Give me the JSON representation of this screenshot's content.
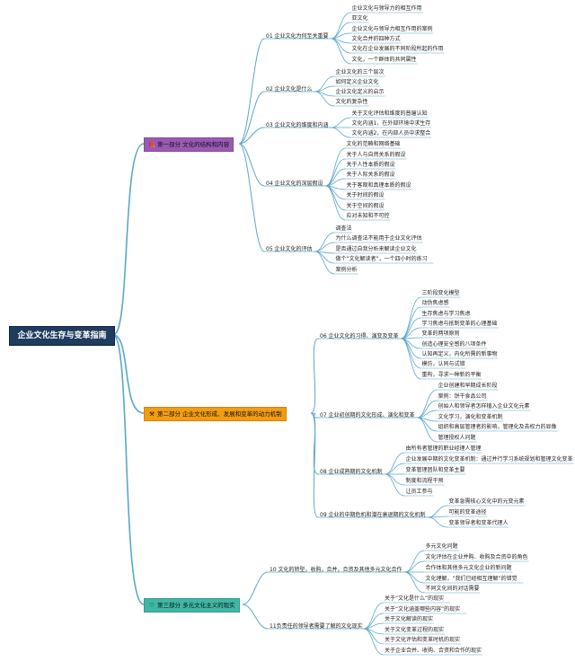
{
  "root": "企业文化生存与变革指南",
  "parts": [
    {
      "label": "第一部分 文化的结构和内容",
      "icon": "books-icon",
      "glyph": "📕",
      "color": "#9b59b6",
      "chapters": [
        {
          "label": "01 企业文化为何至关重要",
          "items": [
            "企业文化与领导力的相互作用",
            "亚文化",
            "企业文化与领导力相互作用的案例",
            "文化合并的四种方式",
            "文化在企业发展的不同阶段所起的作用",
            "文化，一个群体的共同属性"
          ]
        },
        {
          "label": "02 企业文化是什么",
          "items": [
            "企业文化的三个层次",
            "如何定义企业文化",
            "企业文化定义的启示",
            "文化的复杂性"
          ]
        },
        {
          "label": "03 企业文化的维度和内涵",
          "items": [
            "关于文化评估和维度的普遍认知",
            "文化内涵1，在外部环境中求生存",
            "文化内涵2，在内部人员中求整合"
          ]
        },
        {
          "label": "04 企业文化的深层假设",
          "items": [
            "文化的范畴和网络基础",
            "关于人与自然关系的假设",
            "关于人性本质的假设",
            "关于人际关系的假设",
            "关于客观和真理本质的假设",
            "关于时间的假设",
            "关于空间的假设",
            "应对未知和不可控"
          ]
        },
        {
          "label": "05 企业文化的评估",
          "items": [
            "调查法",
            "为什么调查法不能用于企业文化评估",
            "是否通过自我分析来解读企业文化",
            "做个“文化解读者”，一个四小时的练习",
            "案例分析"
          ]
        }
      ]
    },
    {
      "label": "第二部分 企业文化形成、发展和变革的动力机制",
      "icon": "tools-icon",
      "glyph": "⚒",
      "color": "#f39c12",
      "chapters": [
        {
          "label": "06 企业文化的习得、演变及变革",
          "items": [
            "三阶段变化模型",
            "动伪焦虑感",
            "生存焦虑与学习焦虑",
            "学习焦虑与抵制变革的心理基础",
            "变革的两项原则",
            "创造心理安全感的八项条件",
            "认知再定义，内化所需的新事物",
            "模仿，认同与试错",
            "重构，寻求一种新的平衡"
          ]
        },
        {
          "label": "07 企业初创期的文化形成、演化和变革",
          "items": [
            "企业创建和早期成长阶段",
            "案例：饼干食品公司",
            "创始人和领导者怎样植入企业文化元素",
            "文化学习，演化和变革机制",
            "组织和高层管理者的影响，管理化及去权力的显像",
            "管理授权人问题"
          ]
        },
        {
          "label": "08 企业成熟期的文化机制",
          "items": [
            "由所有者管理的职业经理人管理",
            "企业发展中期的文化变革机制：通过并行学习系统规划和管理文化变革",
            "变革管理团队和变革主要",
            "制度和流程干预",
            "让员工参与"
          ]
        },
        {
          "label": "09 企业的中期危机和潜在衰退期的文化机制",
          "items": [
            "变革急需核心文化中的元变元素",
            "可能的变革途径",
            "变革领导者和变革代理人"
          ]
        }
      ]
    },
    {
      "label": "第三部分 多元文化主义的现实",
      "icon": "heart-icon",
      "glyph": "♡",
      "color": "#3fb7a4",
      "chapters": [
        {
          "label": "10 文化的转型，收购，合并，合资及其他多元文化合作",
          "items": [
            "多元文化问题",
            "文化评估在企业并购、收购及合资中的角色",
            "合作体和其他多元文化企业的新问题",
            "文化理解，“我们已经相互理解”的错觉",
            "不同文化间的对话需要"
          ]
        },
        {
          "label": "11负责任的领导者需要了解的文化现实",
          "items": [
            "关于“文化是什么”的现实",
            "关于“文化涵盖哪些内容”的现实",
            "关于文化解读的现实",
            "关于文化变革过程的现实",
            "关于文化评估和变革时机的现实",
            "关于企业合并、收购、合资和合作的现实"
          ]
        }
      ]
    }
  ]
}
